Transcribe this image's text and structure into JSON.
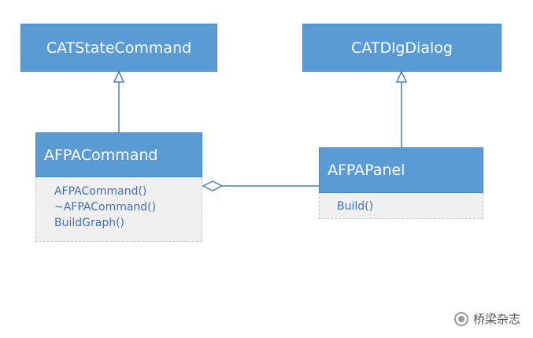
{
  "classes": {
    "cat_state_command": {
      "name": "CATStateCommand"
    },
    "cat_dlg_dialog": {
      "name": "CATDlgDialog"
    },
    "afpa_command": {
      "name": "AFPACommand",
      "methods": [
        "AFPACommand()",
        "~AFPACommand()",
        "BuildGraph()"
      ]
    },
    "afpa_panel": {
      "name": "AFPAPanel",
      "methods": [
        "Build()"
      ]
    }
  },
  "relations": [
    {
      "type": "inheritance",
      "from": "AFPACommand",
      "to": "CATStateCommand"
    },
    {
      "type": "inheritance",
      "from": "AFPAPanel",
      "to": "CATDlgDialog"
    },
    {
      "type": "aggregation",
      "whole": "AFPACommand",
      "part": "AFPAPanel"
    }
  ],
  "watermark": {
    "text": "桥梁杂志",
    "icon": "wechat-icon"
  },
  "colors": {
    "class_header": "#5b9bd5",
    "class_text": "#ffffff",
    "method_text": "#3f6fb5",
    "method_bg": "#f0f0f0",
    "connector": "#4a7ec0"
  }
}
